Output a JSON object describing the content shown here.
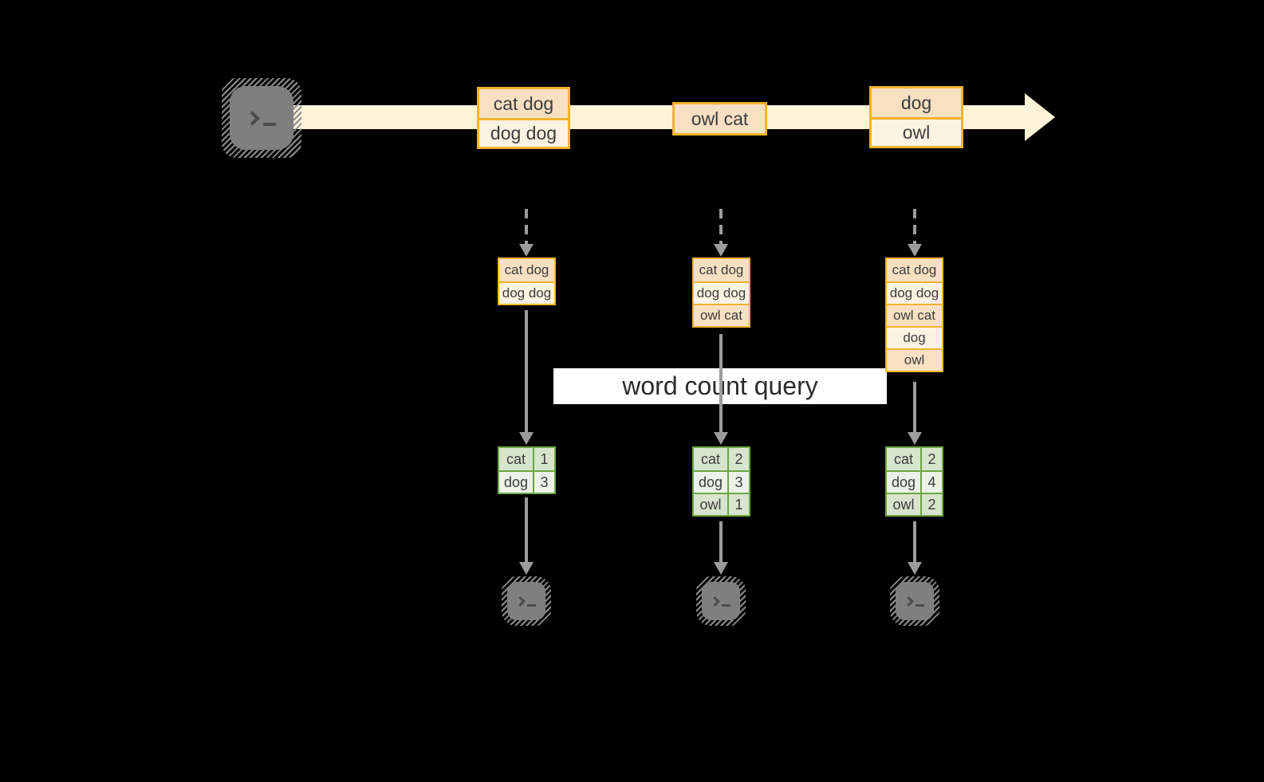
{
  "label": {
    "text": "word count query"
  },
  "stream": {
    "source_icon": "terminal-icon",
    "messages": [
      {
        "lines": [
          "cat dog",
          "dog dog"
        ]
      },
      {
        "lines": [
          "owl cat"
        ]
      },
      {
        "lines": [
          "dog",
          "owl"
        ]
      }
    ]
  },
  "columns": [
    {
      "stack": [
        "cat dog",
        "dog dog"
      ],
      "counts": [
        {
          "word": "cat",
          "count": "1"
        },
        {
          "word": "dog",
          "count": "3"
        }
      ],
      "sink_icon": "terminal-icon"
    },
    {
      "stack": [
        "cat dog",
        "dog dog",
        "owl cat"
      ],
      "counts": [
        {
          "word": "cat",
          "count": "2"
        },
        {
          "word": "dog",
          "count": "3"
        },
        {
          "word": "owl",
          "count": "1"
        }
      ],
      "sink_icon": "terminal-icon"
    },
    {
      "stack": [
        "cat dog",
        "dog dog",
        "owl cat",
        "dog",
        "owl"
      ],
      "counts": [
        {
          "word": "cat",
          "count": "2"
        },
        {
          "word": "dog",
          "count": "4"
        },
        {
          "word": "owl",
          "count": "2"
        }
      ],
      "sink_icon": "terminal-icon"
    }
  ],
  "colors": {
    "gold": "#F0B42C",
    "peachDark": "#F8E0C3",
    "peachLight": "#FDF3E3",
    "streamYellow": "#FCF3D8",
    "green": "#6CA644",
    "greenCellDark": "#D7E4CE",
    "greenCellLight": "#EDF2E9",
    "arrowGray": "#9C9C9C",
    "terminalGray": "#7F7F7F",
    "terminalGlyph": "#4C4C4C",
    "textDark": "#3C3C3C",
    "labelBg": "#FFFFFF",
    "labelText": "#2B2B2B",
    "background": "#000000"
  }
}
